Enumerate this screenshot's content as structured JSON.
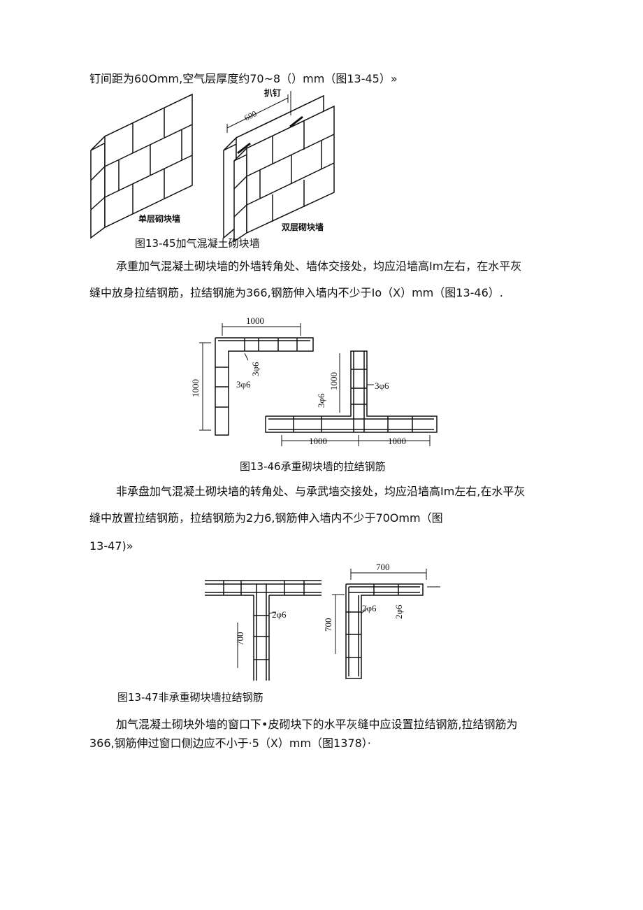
{
  "paragraphs": {
    "p0": "钉间距为60Omm,空气层厚度约70~8（）mm（图13-45）»",
    "p1_l1": "承重加气混凝土砌块墙的外墙转角处、墙体交接处，均应沿墙高Im左右，在水平灰",
    "p1_l2": "缝中放身拉结钢筋，拉结钢施为366,钢筋伸入墙内不少于Io（X）mm（图13-46）.",
    "p2_l1": "非承盘加气混凝土砌块墙的转角处、与承武墙交接处，均应沿墙高Im左右,在水平灰",
    "p2_l2": "缝中放置拉结钢筋，拉结钢筋为2力6,钢筋伸入墙内不少于70Omm（图",
    "p2_l3": "13-47)»",
    "p3_l1": "加气混凝土砌块外墙的窗口下•皮砌块下的水平灰缝中应设置拉结钢筋,拉结钢筋为",
    "p3_l2": "366,钢筋伸过窗口侧边应不小于·5（X）mm（图1378）·"
  },
  "captions": {
    "fig45": "图13-45加气混凝土砌块墙",
    "fig46": "图13-46承重砌块墙的拉结钢筋",
    "fig47": "图13-47非承重砌块墙拉结钢筋"
  },
  "fig45": {
    "label_single": "单层砌块墙",
    "label_double": "双层砌块墙",
    "label_nail": "扒钉",
    "dim_600": "600"
  },
  "fig46": {
    "dim_top": "1000",
    "dim_left": "1000",
    "rebar_a": "3φ6",
    "rebar_b": "3φ6",
    "rebar_c": "3φ6",
    "rebar_d": "3φ6",
    "dim_vert_t": "1000",
    "dim_bot_l": "1000",
    "dim_bot_r": "1000"
  },
  "fig47": {
    "dim_700_vert": "700",
    "rebar_t": "2φ6",
    "dim_700_top": "700",
    "dim_700_left": "700",
    "rebar_l1": "2φ6",
    "rebar_l2": "2φ6"
  }
}
